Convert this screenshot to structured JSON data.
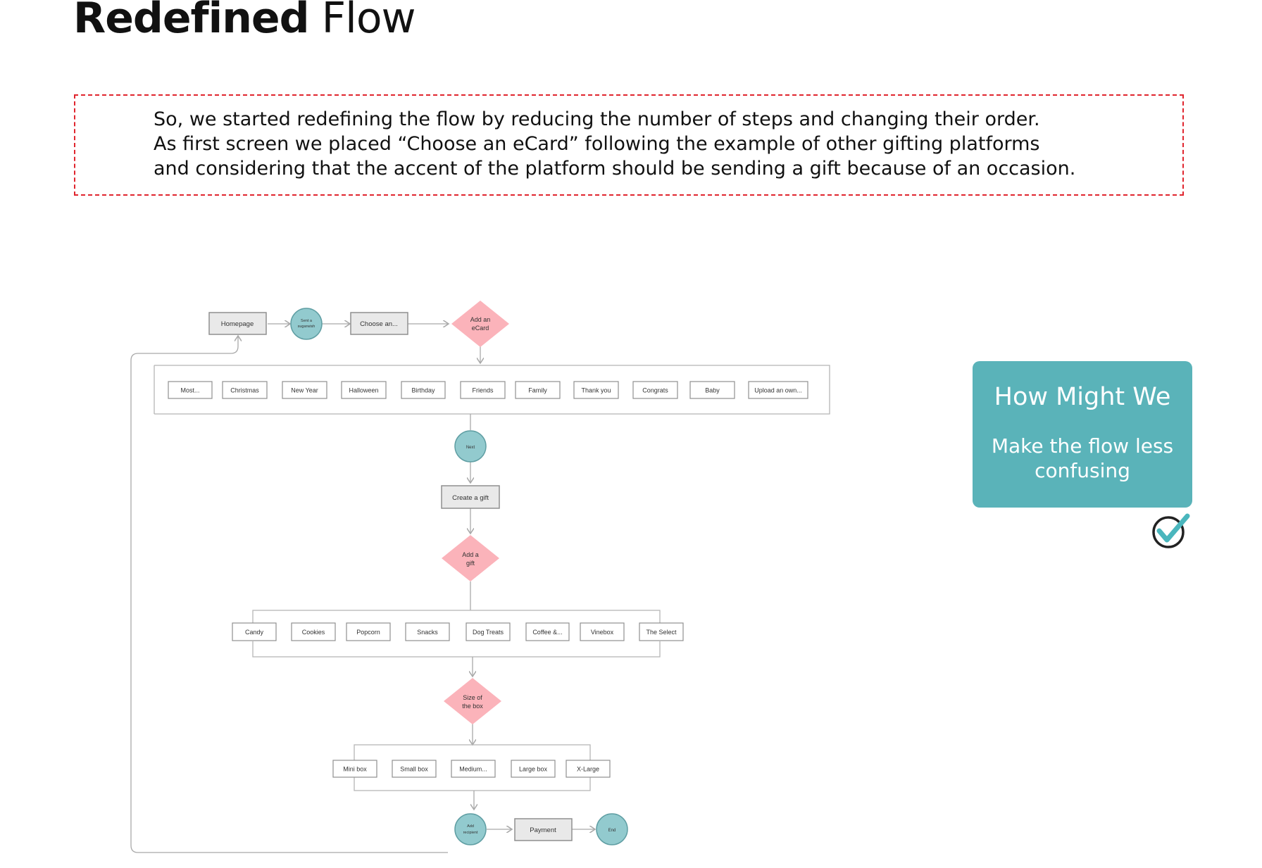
{
  "title": {
    "bold": "Redefined",
    "light": "Flow"
  },
  "note": {
    "lines": [
      "So, we started redefining the flow by reducing the number of steps and changing their order.",
      "As first screen we placed “Choose an eCard” following the example of other gifting platforms",
      "and considering that the accent of the platform should be sending a gift because of an occasion."
    ]
  },
  "flow": {
    "homepage": "Homepage",
    "send_circle": [
      "Sent a",
      "sugarwish"
    ],
    "choose": "Choose an...",
    "add_ecard": [
      "Add an",
      "eCard"
    ],
    "ecard_options": [
      "Most...",
      "Christmas",
      "New Year",
      "Halloween",
      "Birthday",
      "Friends",
      "Family",
      "Thank you",
      "Congrats",
      "Baby",
      "Upload an own..."
    ],
    "next_circle": "Next",
    "create_gift": "Create a gift",
    "add_gift": [
      "Add a",
      "gift"
    ],
    "gift_options": [
      "Candy",
      "Cookies",
      "Popcorn",
      "Snacks",
      "Dog Treats",
      "Coffee &...",
      "Vinebox",
      "The Select"
    ],
    "size_box": [
      "Size of",
      "the box"
    ],
    "size_options": [
      "Mini box",
      "Small box",
      "Medium...",
      "Large box",
      "X-Large"
    ],
    "recipient_circle": [
      "Add",
      "recipient"
    ],
    "payment": "Payment",
    "end_circle": "End"
  },
  "hmw": {
    "title": "How Might We",
    "line1": "Make the flow less",
    "line2": "confusing"
  },
  "colors": {
    "teal_card": "#5ab3b9",
    "circle_fill": "#92cace",
    "diamond_fill": "#fbb3ba",
    "dashed_border": "#e0252e",
    "check_teal": "#4ab6bd"
  },
  "icons": {
    "check": "check-circle-icon"
  }
}
